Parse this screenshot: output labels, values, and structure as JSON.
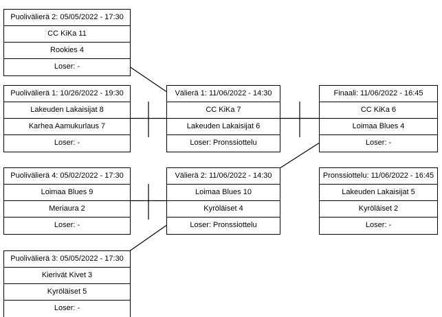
{
  "bracket": {
    "labels": {
      "loser_prefix": "Loser:"
    },
    "matches": [
      {
        "id": "quarterfinal-2",
        "header": "Puolivälierä 2: 05/05/2022 - 17:30",
        "team1": "CC KiKa 11",
        "team2": "Rookies 4",
        "loser": "Loser: -"
      },
      {
        "id": "quarterfinal-1",
        "header": "Puolivälierä 1: 10/26/2022 - 19:30",
        "team1": "Lakeuden Lakaisijat 8",
        "team2": "Karhea Aamukurlaus 7",
        "loser": "Loser: -"
      },
      {
        "id": "quarterfinal-4",
        "header": "Puolivälierä 4: 05/02/2022 - 17:30",
        "team1": "Loimaa Blues 9",
        "team2": "Meriaura 2",
        "loser": "Loser: -"
      },
      {
        "id": "quarterfinal-3",
        "header": "Puolivälierä 3: 05/05/2022 - 17:30",
        "team1": "Kierivät Kivet 3",
        "team2": "Kyröläiset 5",
        "loser": "Loser: -"
      },
      {
        "id": "semifinal-1",
        "header": "Välierä 1: 11/06/2022 - 14:30",
        "team1": "CC KiKa 7",
        "team2": "Lakeuden Lakaisijat 6",
        "loser": "Loser: Pronssiottelu"
      },
      {
        "id": "semifinal-2",
        "header": "Välierä 2: 11/06/2022 - 14:30",
        "team1": "Loimaa Blues 10",
        "team2": "Kyröläiset 4",
        "loser": "Loser: Pronssiottelu"
      },
      {
        "id": "final",
        "header": "Finaali: 11/06/2022 - 16:45",
        "team1": "CC KiKa 6",
        "team2": "Loimaa Blues 4",
        "loser": "Loser: -"
      },
      {
        "id": "third-place",
        "header": "Pronssiottelu: 11/06/2022 - 16:45",
        "team1": "Lakeuden Lakaisijat 5",
        "team2": "Kyröläiset 2",
        "loser": "Loser: -"
      }
    ],
    "colors": {
      "line": "#000000",
      "text": "#000000",
      "background": "#ffffff"
    }
  }
}
